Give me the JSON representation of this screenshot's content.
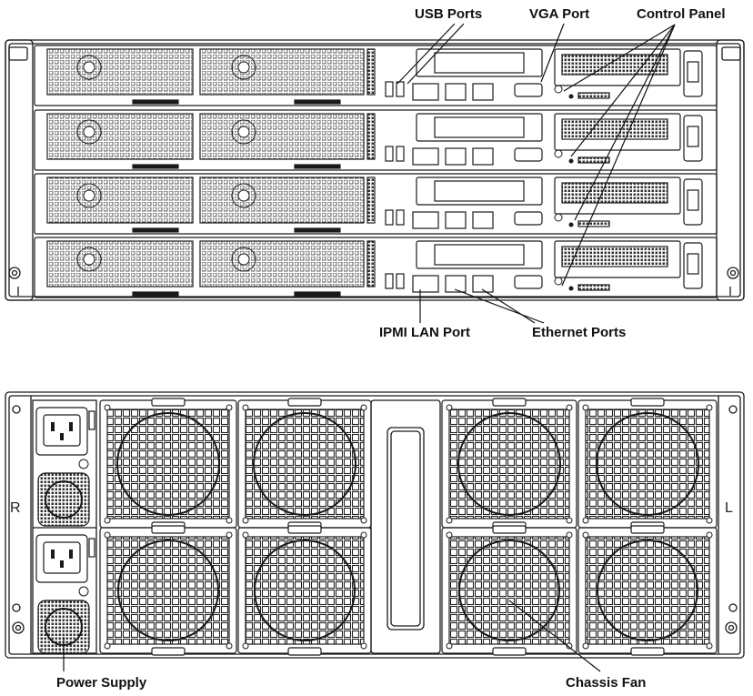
{
  "labels": {
    "usb_ports": "USB Ports",
    "vga_port": "VGA Port",
    "control_panel": "Control Panel",
    "ipmi_lan_port": "IPMI LAN Port",
    "ethernet_ports": "Ethernet Ports",
    "power_supply": "Power Supply",
    "chassis_fan": "Chassis Fan"
  },
  "rear_panel": {
    "left_side_mark": "R",
    "right_side_mark": "L"
  },
  "colors": {
    "line": "#1a1a1a",
    "background": "#ffffff"
  },
  "front_panel": {
    "node_count": 4
  }
}
